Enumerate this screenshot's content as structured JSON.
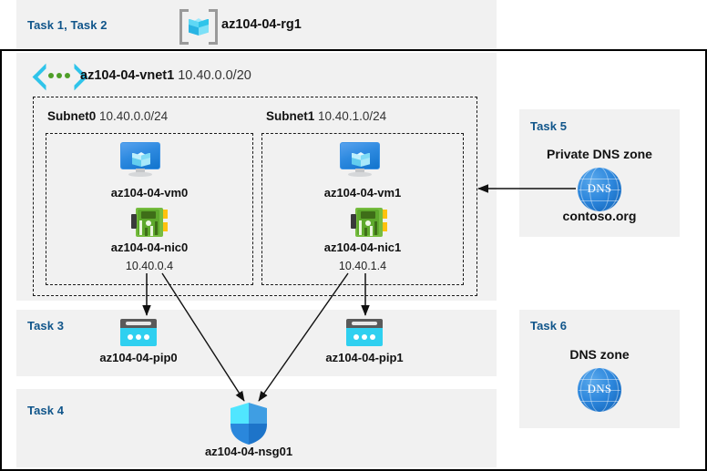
{
  "diagram": {
    "title": "Azure lab resource diagram",
    "colors": {
      "task_label": "#10558a",
      "panel_bg": "#f1f1f1",
      "page_bg": "#ffffff",
      "line": "#1a1a1a",
      "vm_blue": "#2e8ae0",
      "nic_green": "#76bc3f",
      "pip_cyan": "#2fd0f0",
      "dns_blue": "#2c86dc",
      "nsg_blue": "#50e6ff",
      "rg_cube": "#50e6ff"
    }
  },
  "header": {
    "task_label": "Task 1, Task 2",
    "icon": "resource-group-icon",
    "resource_group_name": "az104-04-rg1"
  },
  "vnet": {
    "icon": "virtual-network-icon",
    "name": "az104-04-vnet1",
    "address_space": "10.40.0.0/20",
    "subnets": [
      {
        "name": "Subnet0",
        "cidr": "10.40.0.0/24",
        "vm": {
          "icon": "virtual-machine-icon",
          "name": "az104-04-vm0"
        },
        "nic": {
          "icon": "network-interface-icon",
          "name": "az104-04-nic0",
          "private_ip": "10.40.0.4"
        }
      },
      {
        "name": "Subnet1",
        "cidr": "10.40.1.0/24",
        "vm": {
          "icon": "virtual-machine-icon",
          "name": "az104-04-vm1"
        },
        "nic": {
          "icon": "network-interface-icon",
          "name": "az104-04-nic1",
          "private_ip": "10.40.1.4"
        }
      }
    ]
  },
  "task3": {
    "task_label": "Task 3",
    "public_ips": [
      {
        "icon": "public-ip-address-icon",
        "name": "az104-04-pip0"
      },
      {
        "icon": "public-ip-address-icon",
        "name": "az104-04-pip1"
      }
    ]
  },
  "task4": {
    "task_label": "Task 4",
    "nsg": {
      "icon": "network-security-group-icon",
      "name": "az104-04-nsg01"
    }
  },
  "task5": {
    "task_label": "Task 5",
    "heading": "Private DNS zone",
    "icon": "dns-zone-icon",
    "icon_text": "DNS",
    "zone_name": "contoso.org"
  },
  "task6": {
    "task_label": "Task 6",
    "heading": "DNS zone",
    "icon": "dns-zone-icon",
    "icon_text": "DNS"
  }
}
